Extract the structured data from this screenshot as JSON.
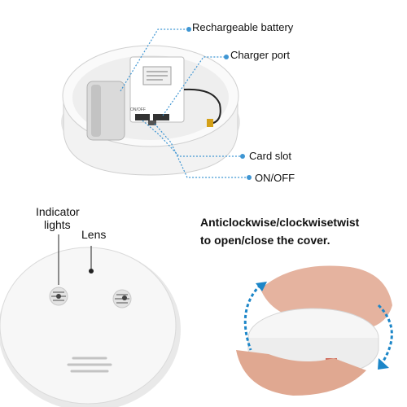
{
  "top_panel": {
    "callouts": [
      {
        "label": "Rechargeable battery"
      },
      {
        "label": "Charger port"
      },
      {
        "label": "Card slot"
      },
      {
        "label": "ON/OFF"
      }
    ],
    "pcb_text": "ON/OFF"
  },
  "bottom_left": {
    "labels": {
      "indicator_line1": "Indicator",
      "indicator_line2": "lights",
      "lens": "Lens"
    }
  },
  "bottom_right": {
    "caption_line1": "Anticlockwise/clockwisetwist",
    "caption_line2": "to open/close the cover."
  },
  "colors": {
    "accent_blue": "#1c86c8",
    "callout_line": "#3f96d3",
    "device_white": "#f4f4f4",
    "device_shadow": "#d6d6d6",
    "battery_green": "#5b9e4f",
    "charger_red": "#c9463d"
  }
}
